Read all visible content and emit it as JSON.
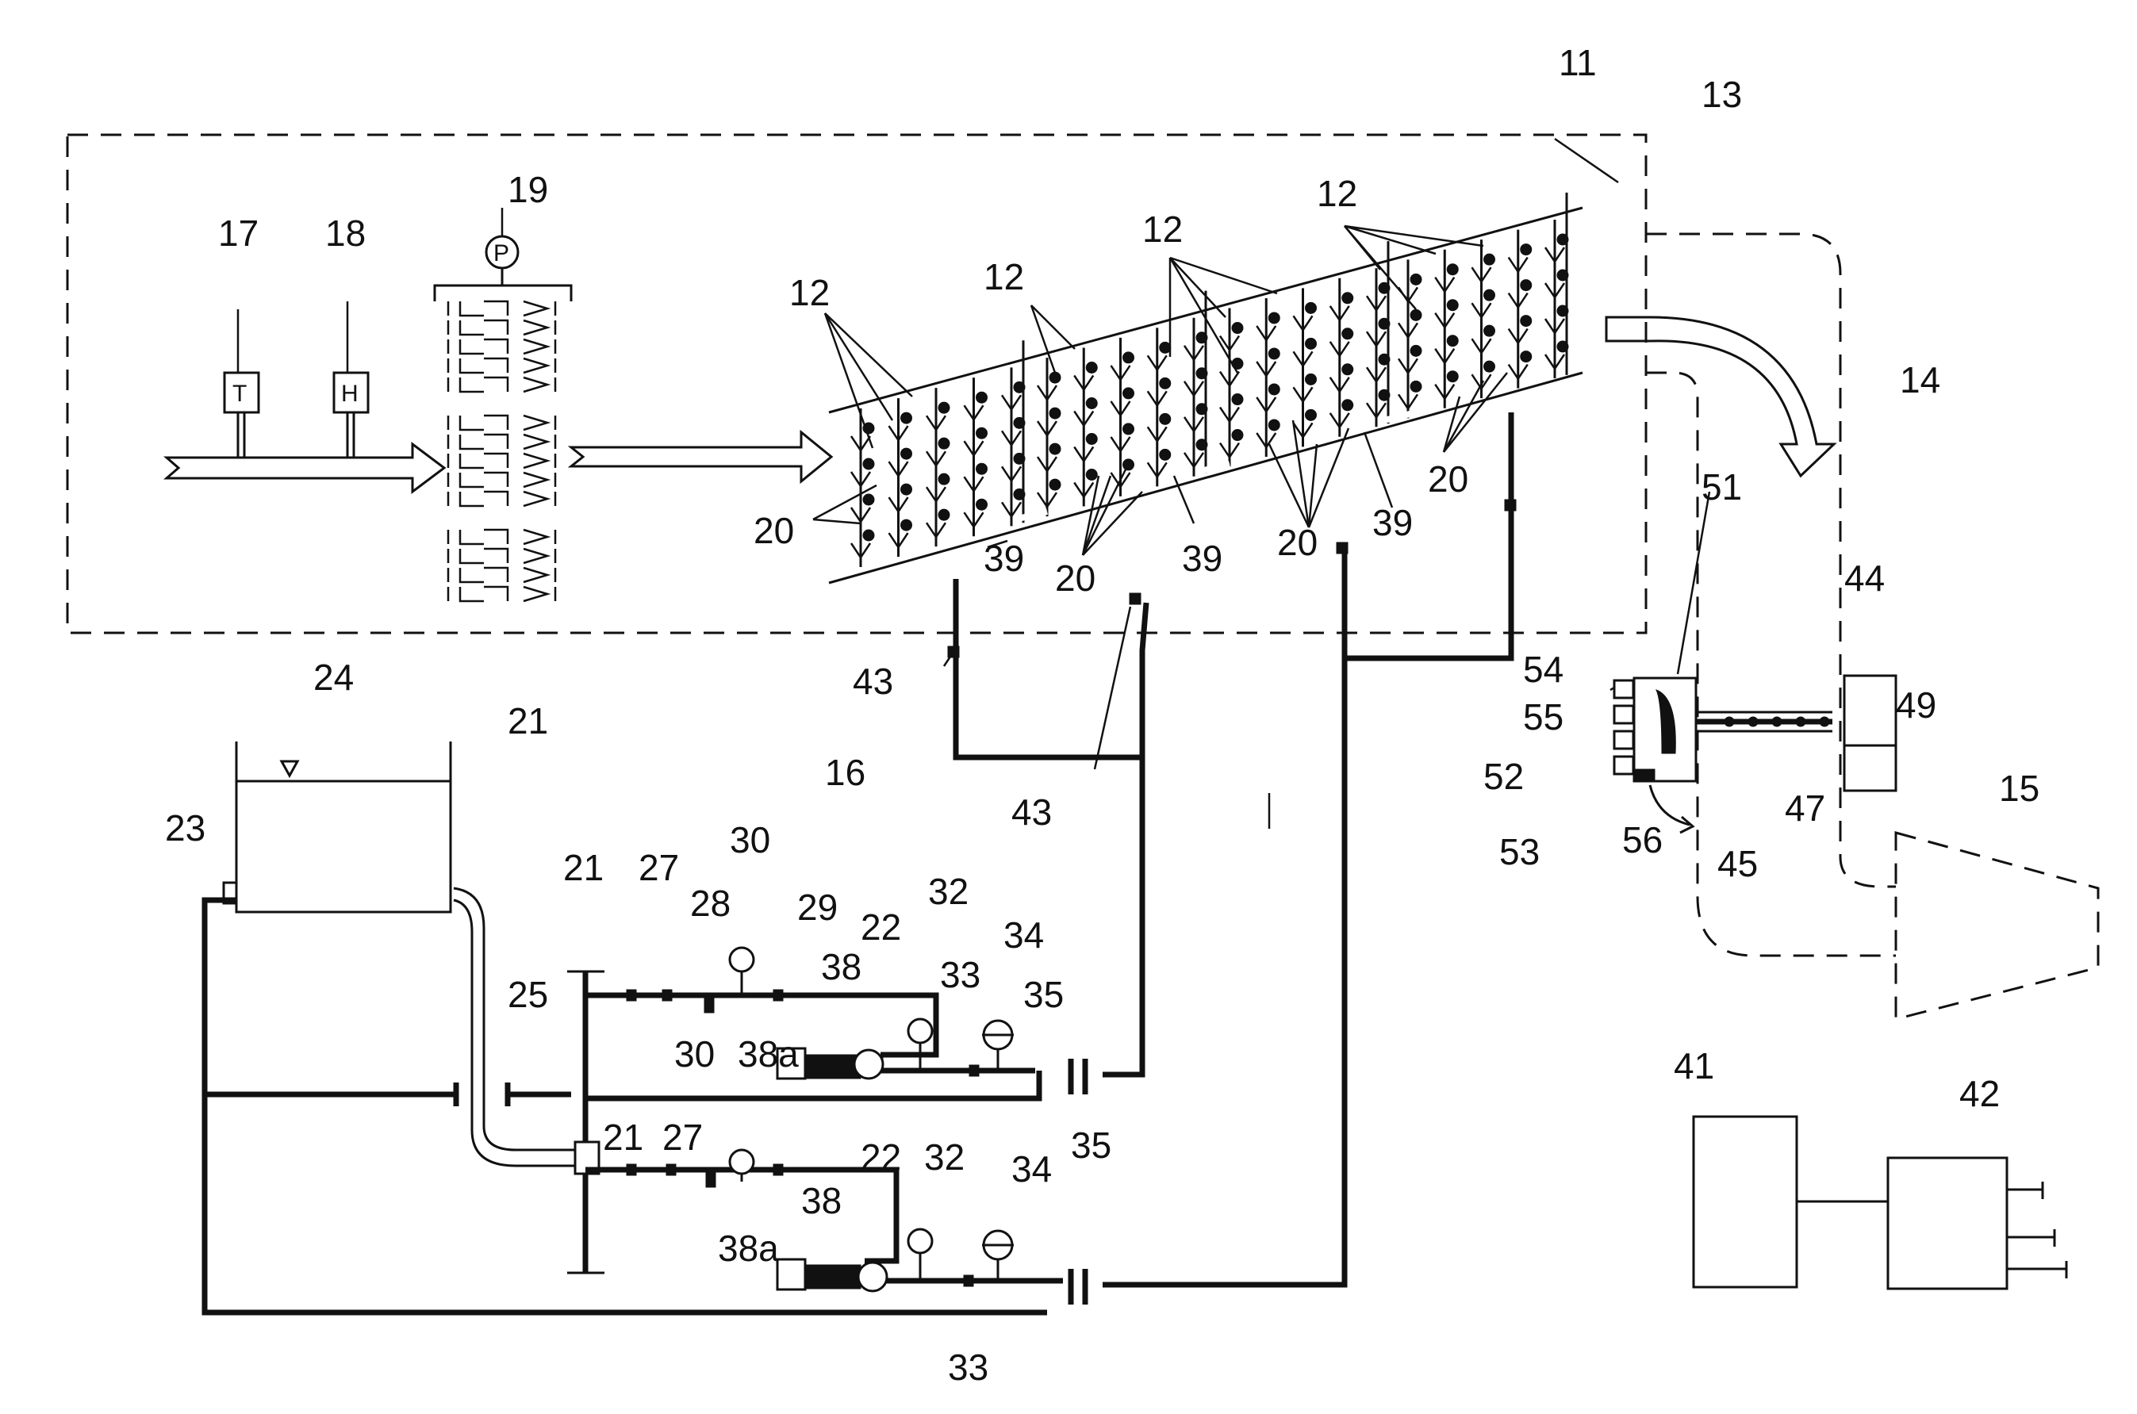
{
  "diagram": {
    "sensor_symbols": {
      "temperature": "T",
      "humidity": "H",
      "pressure": "P"
    },
    "labels": [
      {
        "id": "l11",
        "text": "11"
      },
      {
        "id": "l13",
        "text": "13"
      },
      {
        "id": "l14",
        "text": "14"
      },
      {
        "id": "l15",
        "text": "15"
      },
      {
        "id": "l16",
        "text": "16"
      },
      {
        "id": "l17",
        "text": "17"
      },
      {
        "id": "l18",
        "text": "18"
      },
      {
        "id": "l19",
        "text": "19"
      },
      {
        "id": "l12a",
        "text": "12"
      },
      {
        "id": "l12b",
        "text": "12"
      },
      {
        "id": "l12c",
        "text": "12"
      },
      {
        "id": "l12d",
        "text": "12"
      },
      {
        "id": "l20a",
        "text": "20"
      },
      {
        "id": "l20b",
        "text": "20"
      },
      {
        "id": "l20c",
        "text": "20"
      },
      {
        "id": "l20d",
        "text": "20"
      },
      {
        "id": "l39a",
        "text": "39"
      },
      {
        "id": "l39b",
        "text": "39"
      },
      {
        "id": "l39c",
        "text": "39"
      },
      {
        "id": "l43a",
        "text": "43"
      },
      {
        "id": "l43b",
        "text": "43"
      },
      {
        "id": "l24",
        "text": "24"
      },
      {
        "id": "l21a",
        "text": "21"
      },
      {
        "id": "l23",
        "text": "23"
      },
      {
        "id": "l21b",
        "text": "21"
      },
      {
        "id": "l27a",
        "text": "27"
      },
      {
        "id": "l28",
        "text": "28"
      },
      {
        "id": "l30a",
        "text": "30"
      },
      {
        "id": "l29",
        "text": "29"
      },
      {
        "id": "l38a1",
        "text": "38"
      },
      {
        "id": "l22a",
        "text": "22"
      },
      {
        "id": "l32a",
        "text": "32"
      },
      {
        "id": "l33a",
        "text": "33"
      },
      {
        "id": "l34a",
        "text": "34"
      },
      {
        "id": "l35a",
        "text": "35"
      },
      {
        "id": "l38a_a",
        "text": "38a"
      },
      {
        "id": "l25",
        "text": "25"
      },
      {
        "id": "l30b",
        "text": "30"
      },
      {
        "id": "l21c",
        "text": "21"
      },
      {
        "id": "l27b",
        "text": "27"
      },
      {
        "id": "l38b",
        "text": "38"
      },
      {
        "id": "l22b",
        "text": "22"
      },
      {
        "id": "l32b",
        "text": "32"
      },
      {
        "id": "l34b",
        "text": "34"
      },
      {
        "id": "l35b",
        "text": "35"
      },
      {
        "id": "l38a_b",
        "text": "38a"
      },
      {
        "id": "l33b",
        "text": "33"
      },
      {
        "id": "l51",
        "text": "51"
      },
      {
        "id": "l44",
        "text": "44"
      },
      {
        "id": "l54",
        "text": "54"
      },
      {
        "id": "l55",
        "text": "55"
      },
      {
        "id": "l52",
        "text": "52"
      },
      {
        "id": "l53",
        "text": "53"
      },
      {
        "id": "l56",
        "text": "56"
      },
      {
        "id": "l45",
        "text": "45"
      },
      {
        "id": "l47",
        "text": "47"
      },
      {
        "id": "l49",
        "text": "49"
      },
      {
        "id": "l41",
        "text": "41"
      },
      {
        "id": "l42",
        "text": "42"
      }
    ]
  }
}
